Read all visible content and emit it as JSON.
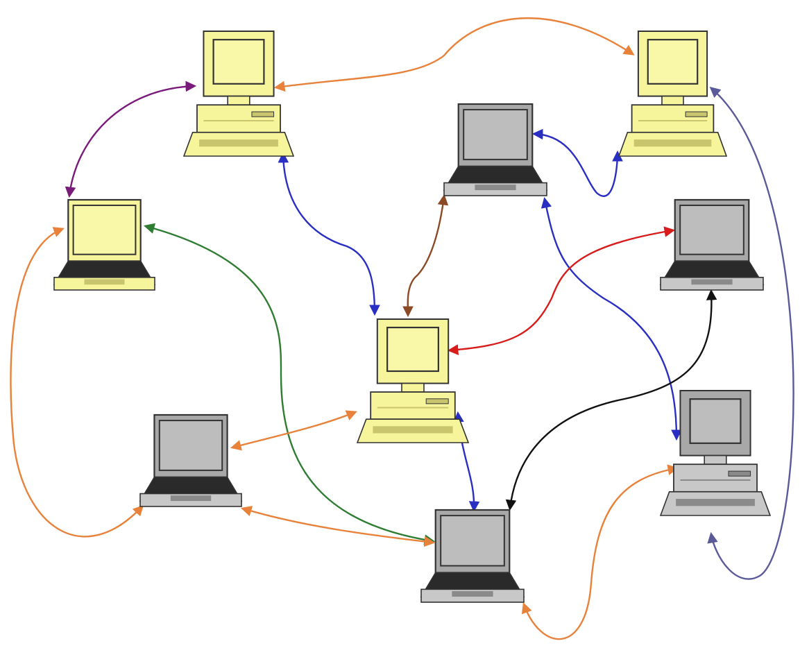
{
  "diagram": {
    "type": "mesh-network",
    "colors": {
      "yellow_body": "#f7f59c",
      "yellow_dark": "#c9c46e",
      "gray_body": "#c8c8c8",
      "gray_dark": "#8a8a8a",
      "outline": "#333333",
      "orange": "#e8823a",
      "blue": "#2a2fc4",
      "purple": "#7a1a7a",
      "green": "#2e7d32",
      "brown": "#8b4a24",
      "red": "#d81b1b",
      "black": "#111111",
      "slate": "#5a5a9a"
    },
    "nodes": [
      {
        "id": "desktop-top-left",
        "kind": "desktop",
        "color": "yellow"
      },
      {
        "id": "desktop-top-right",
        "kind": "desktop",
        "color": "yellow"
      },
      {
        "id": "laptop-top-center",
        "kind": "laptop",
        "color": "gray"
      },
      {
        "id": "laptop-left",
        "kind": "laptop",
        "color": "yellow"
      },
      {
        "id": "laptop-right",
        "kind": "laptop",
        "color": "gray"
      },
      {
        "id": "desktop-center",
        "kind": "desktop",
        "color": "yellow"
      },
      {
        "id": "laptop-bottom-left",
        "kind": "laptop",
        "color": "gray"
      },
      {
        "id": "desktop-bottom-right",
        "kind": "desktop",
        "color": "gray"
      },
      {
        "id": "laptop-bottom-center",
        "kind": "laptop",
        "color": "gray"
      }
    ],
    "links": [
      {
        "from": "desktop-top-left",
        "to": "desktop-top-right",
        "color": "orange"
      },
      {
        "from": "desktop-top-left",
        "to": "laptop-left",
        "color": "purple"
      },
      {
        "from": "desktop-top-left",
        "to": "desktop-center",
        "color": "blue"
      },
      {
        "from": "laptop-top-center",
        "to": "desktop-top-right",
        "color": "blue"
      },
      {
        "from": "laptop-top-center",
        "to": "desktop-center",
        "color": "brown"
      },
      {
        "from": "laptop-top-center",
        "to": "desktop-bottom-right",
        "color": "blue"
      },
      {
        "from": "laptop-left",
        "to": "laptop-bottom-center",
        "color": "green"
      },
      {
        "from": "laptop-left",
        "to": "laptop-bottom-left",
        "color": "orange"
      },
      {
        "from": "laptop-right",
        "to": "desktop-center",
        "color": "red"
      },
      {
        "from": "laptop-right",
        "to": "laptop-bottom-center",
        "color": "black"
      },
      {
        "from": "desktop-center",
        "to": "laptop-bottom-left",
        "color": "orange"
      },
      {
        "from": "desktop-center",
        "to": "laptop-bottom-center",
        "color": "blue"
      },
      {
        "from": "laptop-bottom-left",
        "to": "laptop-bottom-center",
        "color": "orange"
      },
      {
        "from": "laptop-bottom-center",
        "to": "desktop-bottom-right",
        "color": "orange"
      },
      {
        "from": "desktop-top-right",
        "to": "desktop-bottom-right",
        "color": "slate"
      }
    ]
  }
}
